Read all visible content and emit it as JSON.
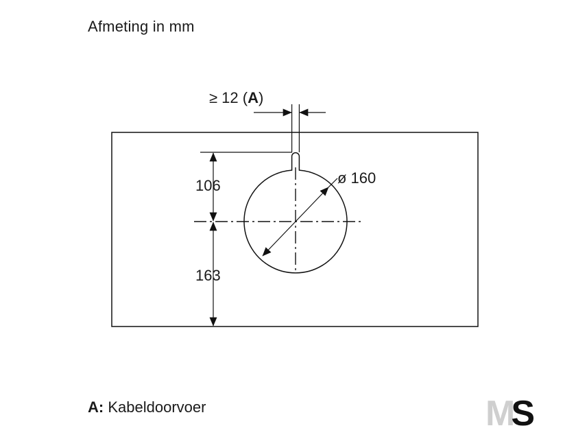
{
  "title": "Afmeting in mm",
  "dimensions": {
    "clearance_prefix": "≥ 12 (",
    "clearance_key": "A",
    "clearance_suffix": ")",
    "top_to_center": "106",
    "center_to_bottom": "163",
    "diameter": "ø 160"
  },
  "legend": {
    "key": "A:",
    "text": "Kabeldoorvoer"
  },
  "logo": {
    "text": "MS",
    "color_m": "#cfcfcf",
    "color_s": "#111111"
  }
}
